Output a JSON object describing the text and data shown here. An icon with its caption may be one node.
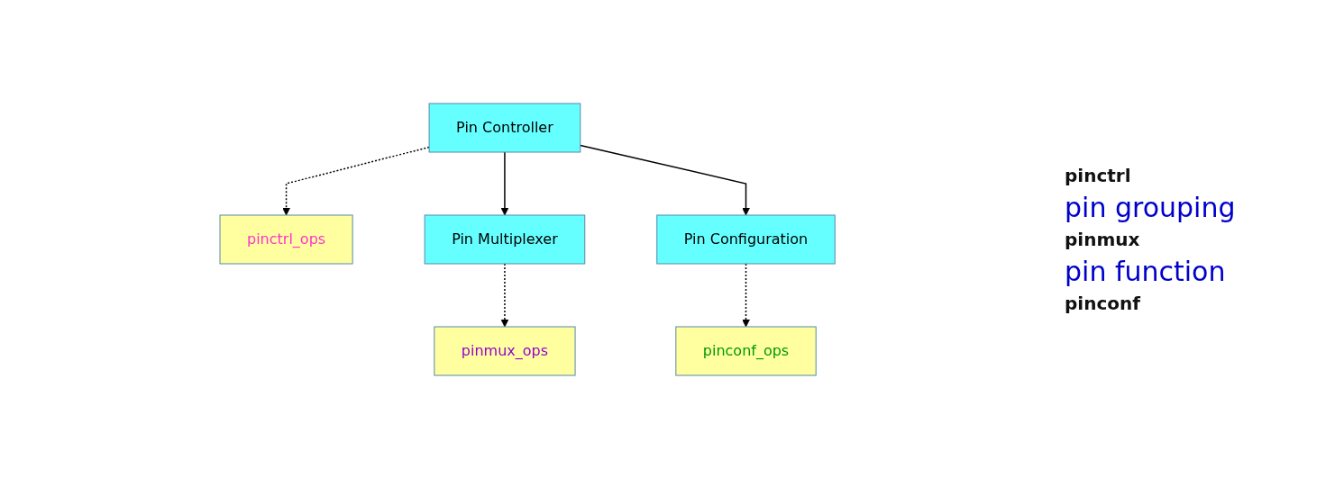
{
  "diagram": {
    "nodes": [
      {
        "text": [
          "Pin Controller"
        ]
      },
      {
        "text": [
          "pinctrl_ops"
        ]
      },
      {
        "text": [
          "Pin Multiplexer"
        ]
      },
      {
        "text": [
          "pinmux_ops"
        ]
      },
      {
        "text": [
          "Pin Configuration"
        ]
      },
      {
        "text": [
          "pinconf_ops"
        ]
      }
    ],
    "edges": [
      {
        "from": 0,
        "to": 1,
        "arrow": "to",
        "style": "dashed"
      },
      {
        "from": 0,
        "to": 2,
        "arrow": "to"
      },
      {
        "from": 0,
        "to": 4,
        "arrow": "to"
      },
      {
        "from": 2,
        "to": 3,
        "arrow": "to",
        "style": "dashed"
      },
      {
        "from": 4,
        "to": 5,
        "arrow": "to",
        "style": "dashed"
      }
    ],
    "labels": [
      "pinctrl",
      "pin grouping",
      "pinmux",
      "pin function",
      "pinconf"
    ]
  }
}
